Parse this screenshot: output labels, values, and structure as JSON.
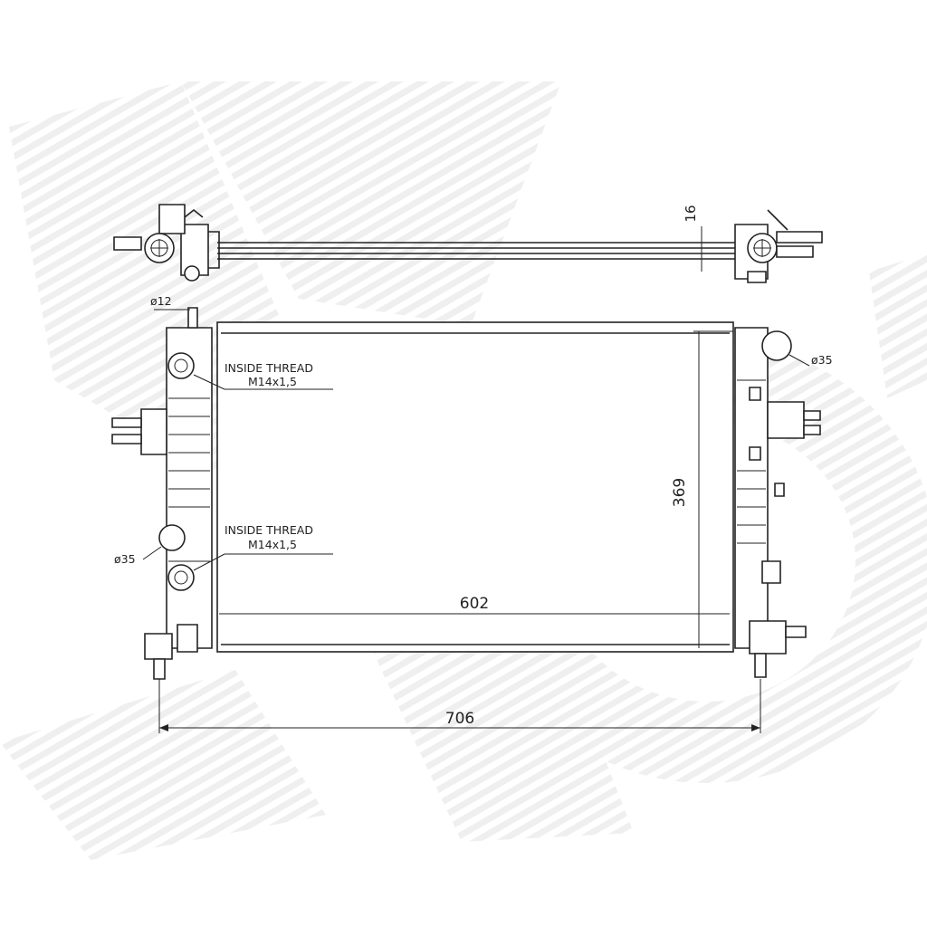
{
  "labels": {
    "thread_top_line1": "INSIDE THREAD",
    "thread_top_line2": "M14x1,5",
    "thread_bottom_line1": "INSIDE THREAD",
    "thread_bottom_line2": "M14x1,5",
    "dia_small": "ø12",
    "dia_left": "ø35",
    "dia_right": "ø35"
  },
  "dimensions": {
    "depth": "16",
    "height": "369",
    "core_width": "602",
    "overall_width": "706"
  },
  "colors": {
    "line": "#222222",
    "watermark": "#d9d9d9"
  }
}
